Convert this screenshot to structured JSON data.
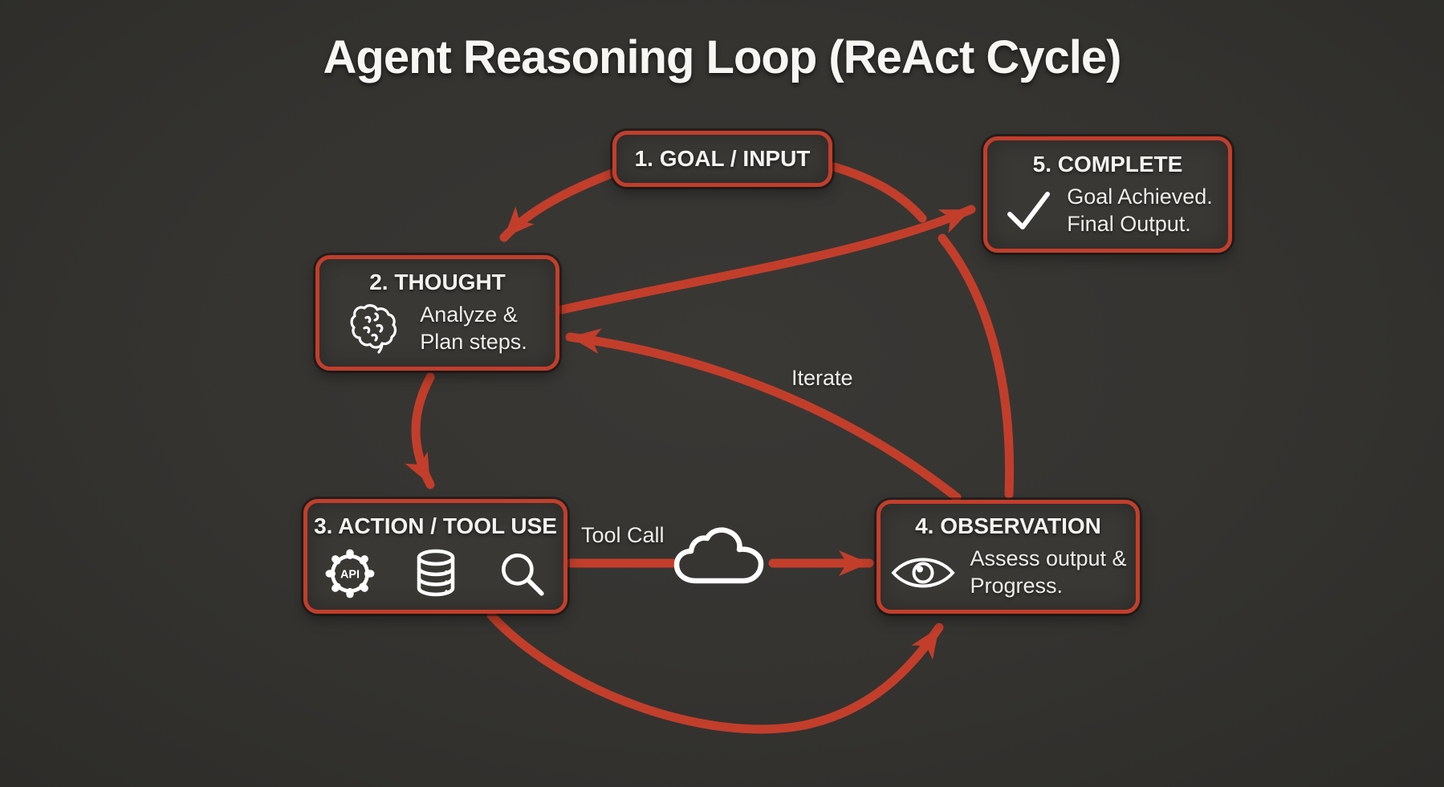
{
  "title": "Agent Reasoning Loop (ReAct Cycle)",
  "colors": {
    "background": "#343330",
    "accent_red": "#c23e2b",
    "box_fill": "#3a3835",
    "text": "#f2f1ee"
  },
  "nodes": [
    {
      "id": "goal",
      "title": "1. GOAL / INPUT",
      "icon": null,
      "body": []
    },
    {
      "id": "thought",
      "title": "2. THOUGHT",
      "icon": "brain-icon",
      "body": [
        "Analyze &",
        "Plan steps."
      ]
    },
    {
      "id": "action",
      "title": "3. ACTION / TOOL USE",
      "icons": [
        "api-gear-icon",
        "database-icon",
        "search-icon"
      ],
      "api_label": "API",
      "body": []
    },
    {
      "id": "observation",
      "title": "4. OBSERVATION",
      "icon": "eye-icon",
      "body": [
        "Assess output &",
        "Progress."
      ]
    },
    {
      "id": "complete",
      "title": "5. COMPLETE",
      "icon": "check-icon",
      "body": [
        "Goal Achieved.",
        "Final Output."
      ]
    }
  ],
  "edge_labels": {
    "tool_call": "Tool Call",
    "iterate": "Iterate"
  }
}
